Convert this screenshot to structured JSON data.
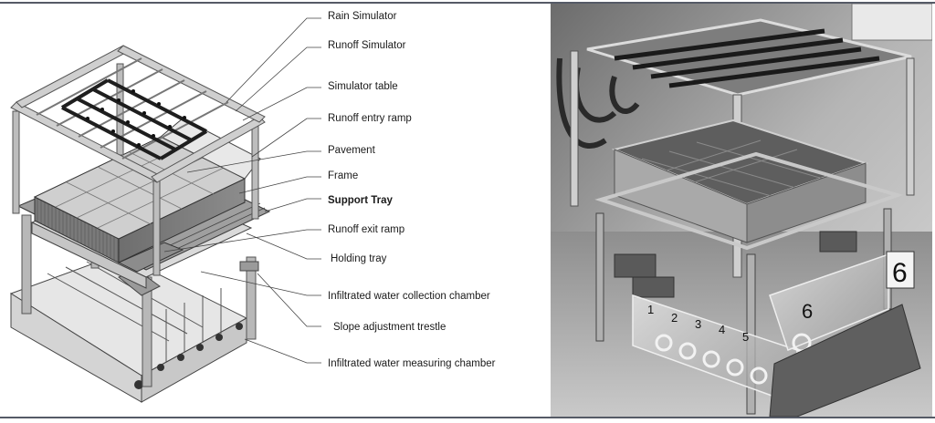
{
  "labels": {
    "rain_simulator": "Rain Simulator",
    "runoff_simulator": "Runoff Simulator",
    "simulator_table": "Simulator table",
    "runoff_entry_ramp": "Runoff entry ramp",
    "pavement": "Pavement",
    "frame": "Frame",
    "support_tray": "Support Tray",
    "runoff_exit_ramp": "Runoff exit ramp",
    "holding_tray": "Holding tray",
    "infiltrated_collection": "Infiltrated water collection chamber",
    "slope_trestle": "Slope adjustment trestle",
    "infiltrated_measuring": "Infiltrated water measuring chamber"
  },
  "photo": {
    "chamber_numbers": [
      "1",
      "2",
      "3",
      "4",
      "5",
      "6"
    ],
    "sign_number": "6"
  },
  "colors": {
    "line": "#555a66",
    "steel": "#8a8a8a",
    "dark_pipe": "#1e1e1e",
    "pavement_block": "#b9b9b9"
  }
}
